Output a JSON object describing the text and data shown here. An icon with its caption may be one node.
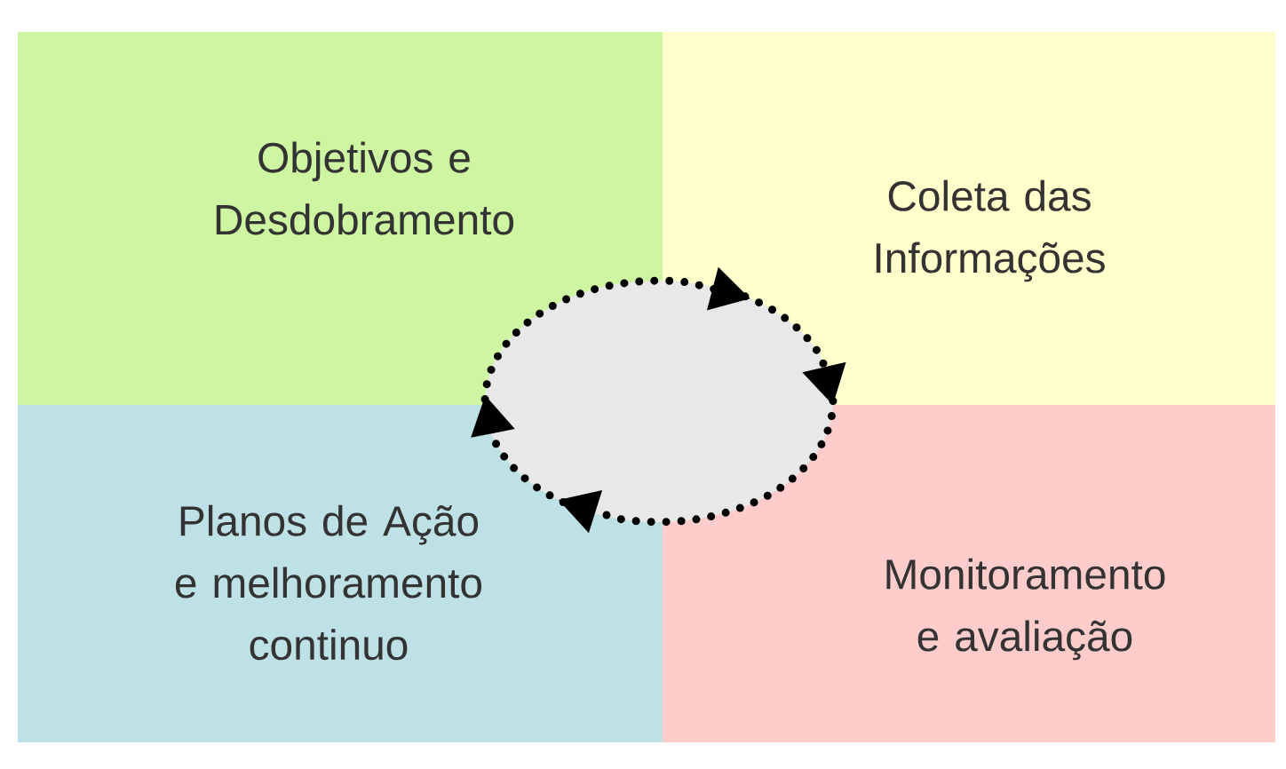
{
  "diagram": {
    "nodes": [
      {
        "text": [
          "Objetivos e Desdobramento"
        ]
      },
      {
        "text": [
          "Coleta das Informações"
        ]
      },
      {
        "text": [
          "Planos de Ação e melhoramento continuo"
        ]
      },
      {
        "text": [
          "Monitoramento e avaliação"
        ]
      }
    ],
    "edges": [
      {
        "from": 0,
        "to": 1,
        "arrow": "to",
        "style": "dashed"
      },
      {
        "from": 1,
        "to": 3,
        "arrow": "to",
        "style": "dashed"
      },
      {
        "from": 3,
        "to": 2,
        "arrow": "to",
        "style": "dashed"
      },
      {
        "from": 2,
        "to": 0,
        "arrow": "to",
        "style": "dashed"
      }
    ]
  }
}
